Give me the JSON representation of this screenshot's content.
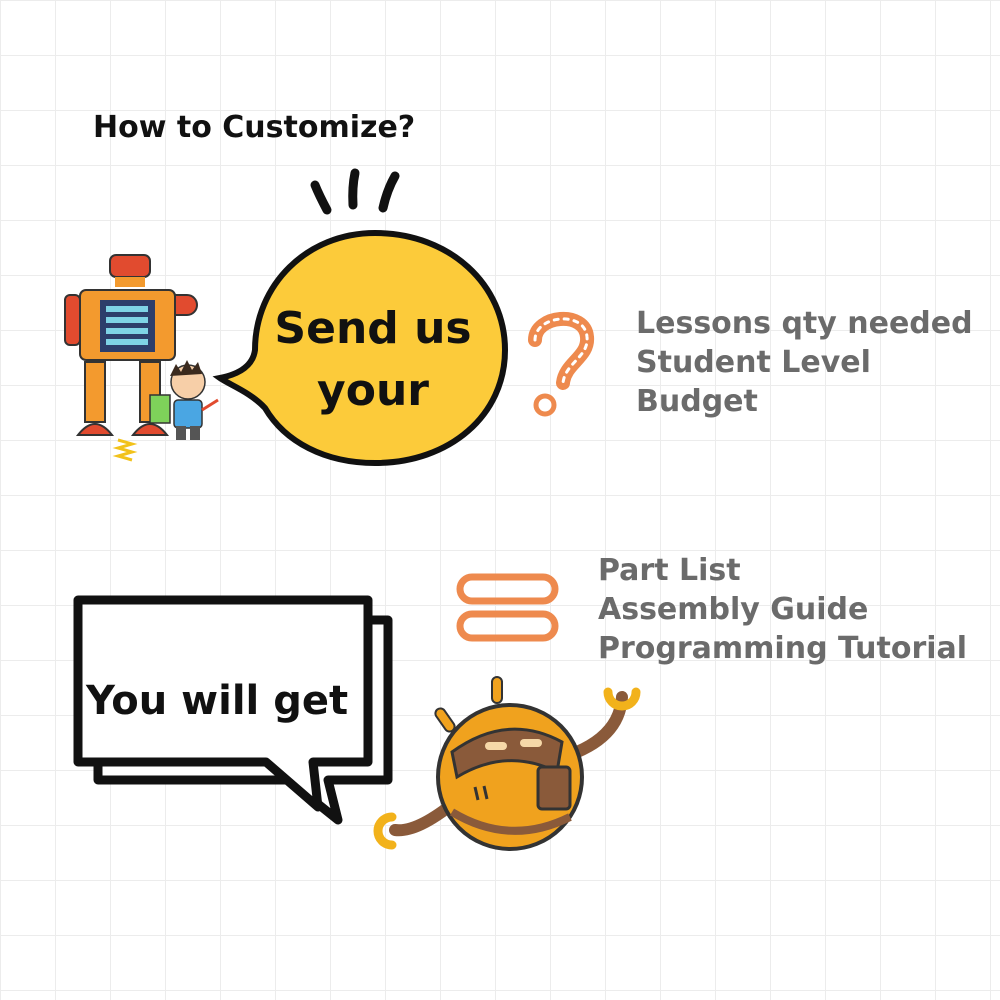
{
  "title": "How to Customize?",
  "send_bubble": {
    "line1": "Send us",
    "line2": "your"
  },
  "request_items": [
    "Lessons qty needed",
    "Student Level",
    "Budget"
  ],
  "get_bubble": {
    "text": "You will get"
  },
  "deliverable_items": [
    "Part List",
    "Assembly Guide",
    "Programming Tutorial"
  ],
  "colors": {
    "bubble_yellow": "#fccb3a",
    "outline": "#111111",
    "accent_orange": "#ee8a4e",
    "list_gray": "#6b6b6b",
    "robot_orange": "#f0a21e",
    "robot_brown": "#8a5a3a"
  },
  "icons": [
    "question-mark-icon",
    "equals-icon",
    "kid-robot-illustration",
    "round-robot-illustration"
  ]
}
